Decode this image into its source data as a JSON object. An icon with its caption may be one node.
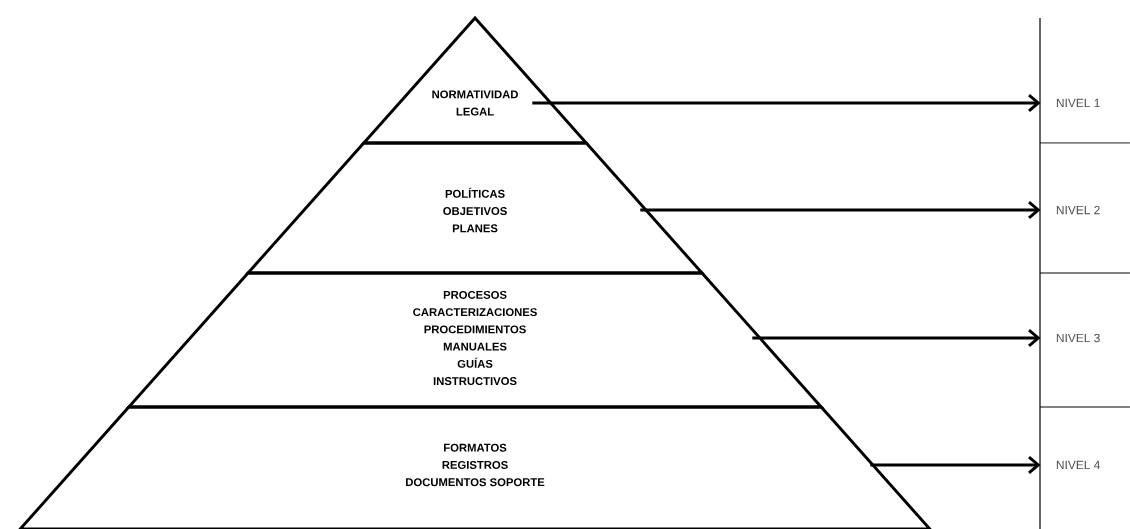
{
  "diagram": {
    "nodes": [
      {
        "text": [
          "NORMATIVIDAD",
          "LEGAL"
        ]
      },
      {
        "text": [
          "POLÍTICAS",
          "OBJETIVOS",
          "PLANES"
        ]
      },
      {
        "text": [
          "PROCESOS",
          "CARACTERIZACIONES",
          "PROCEDIMIENTOS",
          "MANUALES",
          "GUÍAS",
          "INSTRUCTIVOS"
        ]
      },
      {
        "text": [
          "FORMATOS",
          "REGISTROS",
          "DOCUMENTOS  SOPORTE"
        ]
      },
      {
        "text": [
          "NIVEL 1"
        ]
      },
      {
        "text": [
          "NIVEL 2"
        ]
      },
      {
        "text": [
          "NIVEL 3"
        ]
      },
      {
        "text": [
          "NIVEL 4"
        ]
      }
    ],
    "edges": [
      {
        "from": 0,
        "to": 4,
        "arrow": "to"
      },
      {
        "from": 1,
        "to": 5,
        "arrow": "to"
      },
      {
        "from": 2,
        "to": 6,
        "arrow": "to"
      },
      {
        "from": 3,
        "to": 7,
        "arrow": "to"
      }
    ]
  }
}
